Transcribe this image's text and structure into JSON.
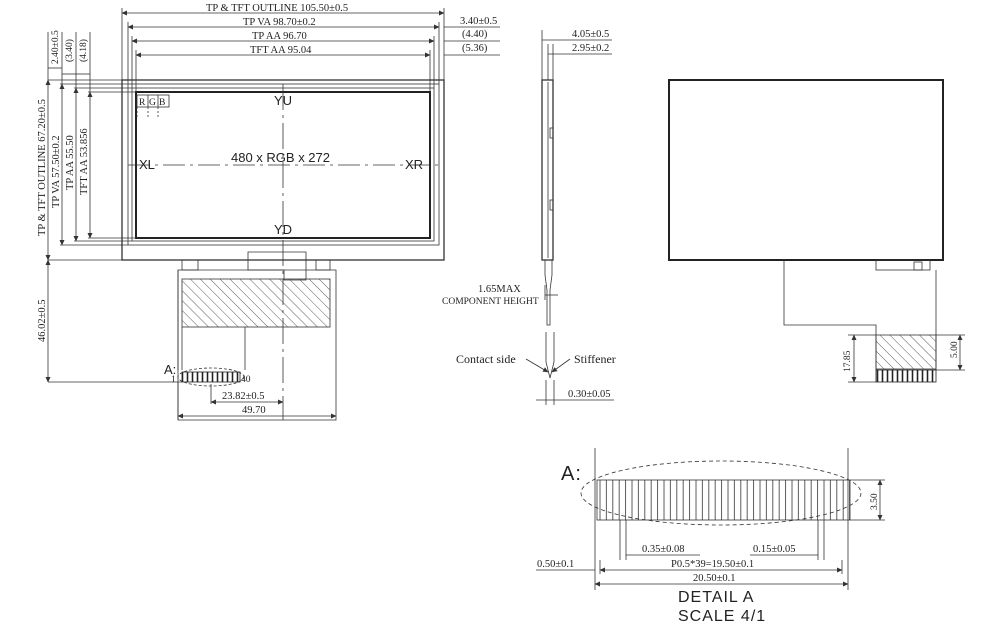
{
  "front_view": {
    "tp_tft_outline_width": "TP & TFT OUTLINE 105.50±0.5",
    "tp_va_width": "TP VA 98.70±0.2",
    "tp_aa_width": "TP AA 96.70",
    "tft_aa_width": "TFT AA 95.04",
    "right_offset_1": "3.40±0.5",
    "right_offset_2": "(4.40)",
    "right_offset_3": "(5.36)",
    "top_offset_1": "2.40±0.5",
    "top_offset_2": "(3.40)",
    "top_offset_3": "(4.18)",
    "tp_tft_outline_height": "TP & TFT OUTLINE 67.20±0.5",
    "tp_va_height": "TP VA 57.50±0.2",
    "tp_aa_height": "TP AA 55.50",
    "tft_aa_height": "TFT AA 53.856",
    "rgb_r": "R",
    "rgb_g": "G",
    "rgb_b": "B",
    "yu": "YU",
    "yd": "YD",
    "xl": "XL",
    "xr": "XR",
    "resolution": "480 x RGB x 272",
    "fpc_length": "46.02±0.5",
    "fpc_offset": "23.82±0.5",
    "fpc_width": "49.70",
    "detail_marker": "A:",
    "pin_first": "1",
    "pin_last": "40"
  },
  "side_view": {
    "thickness_1": "4.05±0.5",
    "thickness_2": "2.95±0.2",
    "component_height_value": "1.65MAX",
    "component_height_label": "COMPONENT HEIGHT",
    "contact_side": "Contact side",
    "stiffener": "Stiffener",
    "fpc_thickness": "0.30±0.05"
  },
  "back_view": {
    "fpc_tail": "17.85",
    "stiffener_len": "5.00"
  },
  "detail_a": {
    "marker": "A:",
    "pin_height": "3.50",
    "pin_width": "0.35±0.08",
    "pin_gap": "0.15±0.05",
    "edge": "0.50±0.1",
    "pitch": "P0.5*39=19.50±0.1",
    "total_width": "20.50±0.1",
    "title": "DETAIL  A",
    "scale": "SCALE  4/1"
  }
}
